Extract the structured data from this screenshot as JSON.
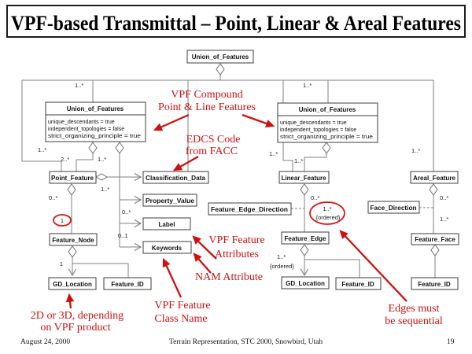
{
  "slide": {
    "title": "VPF-based Transmittal – Point, Linear & Areal Features",
    "footer_left": "August 24, 2000",
    "footer_center": "Terrain Representation, STC 2000, Snowbird, Utah",
    "footer_page": "19"
  },
  "colors": {
    "annotation_red": "#cc1111",
    "connector_gray": "#808080"
  },
  "boxes": {
    "union_top": {
      "name": "Union_of_Features"
    },
    "union_left": {
      "name": "Union_of_Features",
      "attrs": [
        "unique_descendants = true",
        "independent_topologies = false",
        "strict_organizing_principle = true"
      ]
    },
    "union_right": {
      "name": "Union_of_Features",
      "attrs": [
        "unique_descendants = true",
        "independent_topologies = false",
        "strict_organizing_principle = true"
      ]
    },
    "point_feature": {
      "name": "Point_Feature"
    },
    "classification_data": {
      "name": "Classification_Data"
    },
    "property_value": {
      "name": "Property_Value"
    },
    "label": {
      "name": "Label"
    },
    "keywords": {
      "name": "Keywords"
    },
    "feature_node": {
      "name": "Feature_Node"
    },
    "gd_location_left": {
      "name": "GD_Location"
    },
    "feature_id_left": {
      "name": "Feature_ID"
    },
    "linear_feature": {
      "name": "Linear_Feature"
    },
    "feature_edge_direction": {
      "name": "Feature_Edge_Direction"
    },
    "feature_edge": {
      "name": "Feature_Edge"
    },
    "gd_location_mid": {
      "name": "GD_Location"
    },
    "feature_id_mid": {
      "name": "Feature_ID"
    },
    "areal_feature": {
      "name": "Areal_Feature"
    },
    "face_direction": {
      "name": "Face_Direction"
    },
    "feature_face": {
      "name": "Feature_Face"
    },
    "feature_id_right": {
      "name": "Feature_ID"
    }
  },
  "multiplicities": {
    "m01": "1..*",
    "m02": "1..*",
    "m03": "2..*",
    "m04": "1..*",
    "m05": "0..*",
    "m06": "1",
    "m07": "1",
    "m08": "1..*",
    "m09": "0..*",
    "m10": "0..1",
    "m11": "1..*",
    "m12": "1..*",
    "m13": "1..*",
    "m14": "0..*",
    "m15": "1..*",
    "m16": "{ordered}",
    "m17": "1..*",
    "m18": "{ordered}",
    "m19": "1..*",
    "m20": "0..*",
    "m21": "1..*"
  },
  "annotations": {
    "compound": [
      "VPF Compound",
      "Point & Line Features"
    ],
    "edcs": [
      "EDCS Code",
      "from FACC"
    ],
    "vpf_attrs": [
      "VPF Feature",
      "Attributes"
    ],
    "nam": "NAM Attribute",
    "class_name": [
      "VPF Feature",
      "Class Name"
    ],
    "gd": [
      "2D or 3D, depending",
      "on VPF product"
    ],
    "edges": [
      "Edges must",
      "be sequential"
    ]
  }
}
